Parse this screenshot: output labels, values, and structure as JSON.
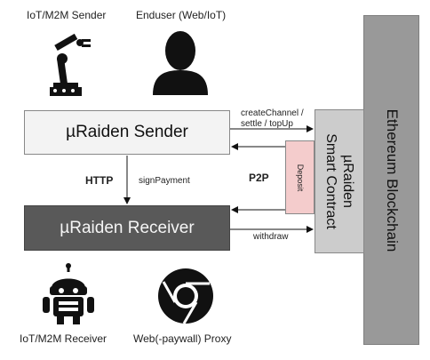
{
  "actors": {
    "iot_sender": "IoT/M2M Sender",
    "enduser": "Enduser (Web/IoT)",
    "iot_receiver": "IoT/M2M Receiver",
    "proxy": "Web(-paywall) Proxy"
  },
  "boxes": {
    "sender": "µRaiden Sender",
    "receiver": "µRaiden Receiver",
    "contract_line1": "µRaiden",
    "contract_line2": "Smart Contract",
    "deposit": "Deposit",
    "blockchain": "Ethereum Blockchain"
  },
  "labels": {
    "http": "HTTP",
    "p2p": "P2P",
    "sign_payment": "signPayment",
    "create_channel_1": "createChannel /",
    "create_channel_2": "settle / topUp",
    "withdraw": "withdraw"
  }
}
